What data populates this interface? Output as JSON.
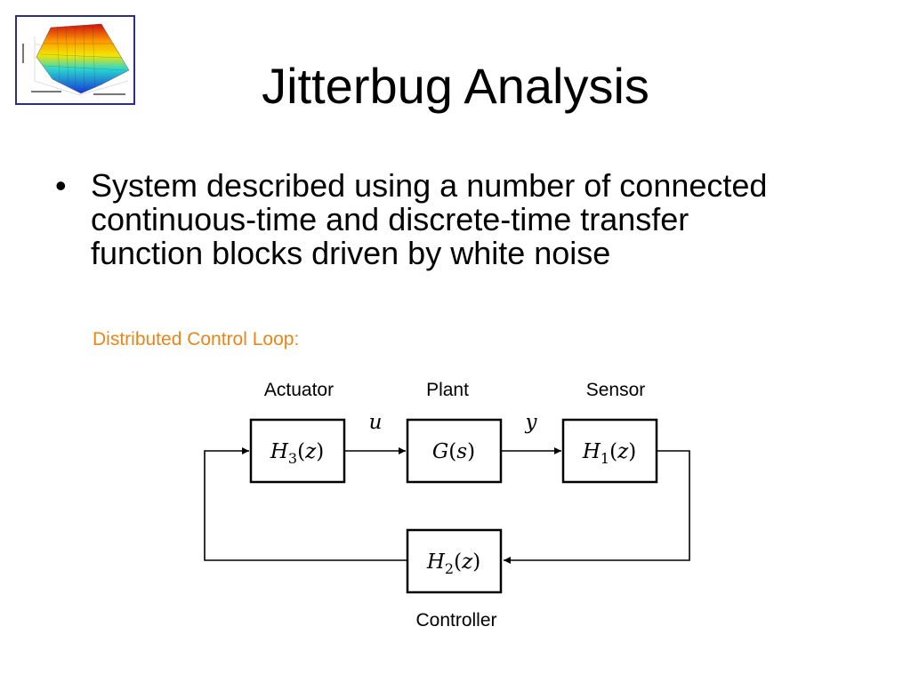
{
  "title": "Jitterbug Analysis",
  "logo": {
    "icon": "3d-surface-plot-thumbnail",
    "border_color": "#2a2f8c"
  },
  "bullets": [
    {
      "marker": "•",
      "lines": [
        "System described using a number of connected",
        "continuous-time and discrete-time transfer",
        "function blocks driven by white noise"
      ]
    }
  ],
  "diagram": {
    "heading": "Distributed Control Loop:",
    "heading_color": "#e8861a",
    "blocks": {
      "actuator": {
        "label": "Actuator",
        "fn": "H",
        "sub": "3",
        "arg": "z"
      },
      "plant": {
        "label": "Plant",
        "fn": "G",
        "sub": "",
        "arg": "s"
      },
      "sensor": {
        "label": "Sensor",
        "fn": "H",
        "sub": "1",
        "arg": "z"
      },
      "controller": {
        "label": "Controller",
        "fn": "H",
        "sub": "2",
        "arg": "z"
      }
    },
    "signals": {
      "u": "u",
      "y": "y"
    }
  }
}
